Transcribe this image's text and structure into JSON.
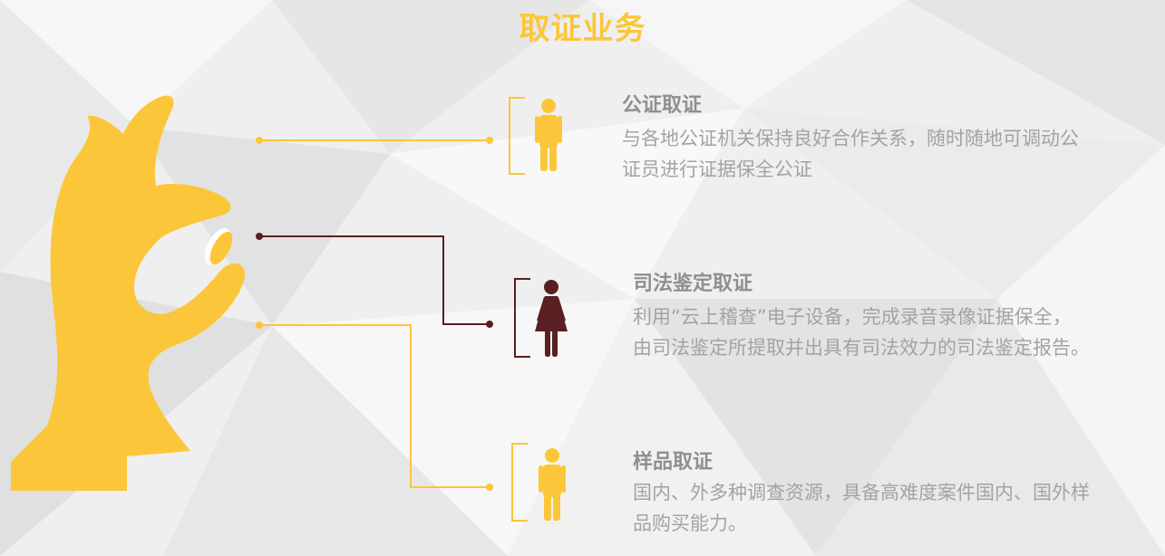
{
  "title": "取证业务",
  "colors": {
    "accent": "#fcc63a",
    "dark": "#5a1f21",
    "title_text": "#8f8f8f",
    "desc_text": "#a3a3a3"
  },
  "items": [
    {
      "title": "公证取证",
      "desc_lines": [
        "与各地公证机关保持良好合作关系，随时随地可调动公",
        "证员进行证据保全公证"
      ],
      "icon": "man-icon"
    },
    {
      "title": "司法鉴定取证",
      "desc_lines": [
        "利用“云上稽查”电子设备，完成录音录像证据保全，",
        "由司法鉴定所提取并出具有司法效力的司法鉴定报告。"
      ],
      "icon": "woman-icon"
    },
    {
      "title": "样品取证",
      "desc_lines": [
        "国内、外多种调查资源，具备高难度案件国内、国外样",
        "品购买能力。"
      ],
      "icon": "man-icon"
    }
  ]
}
